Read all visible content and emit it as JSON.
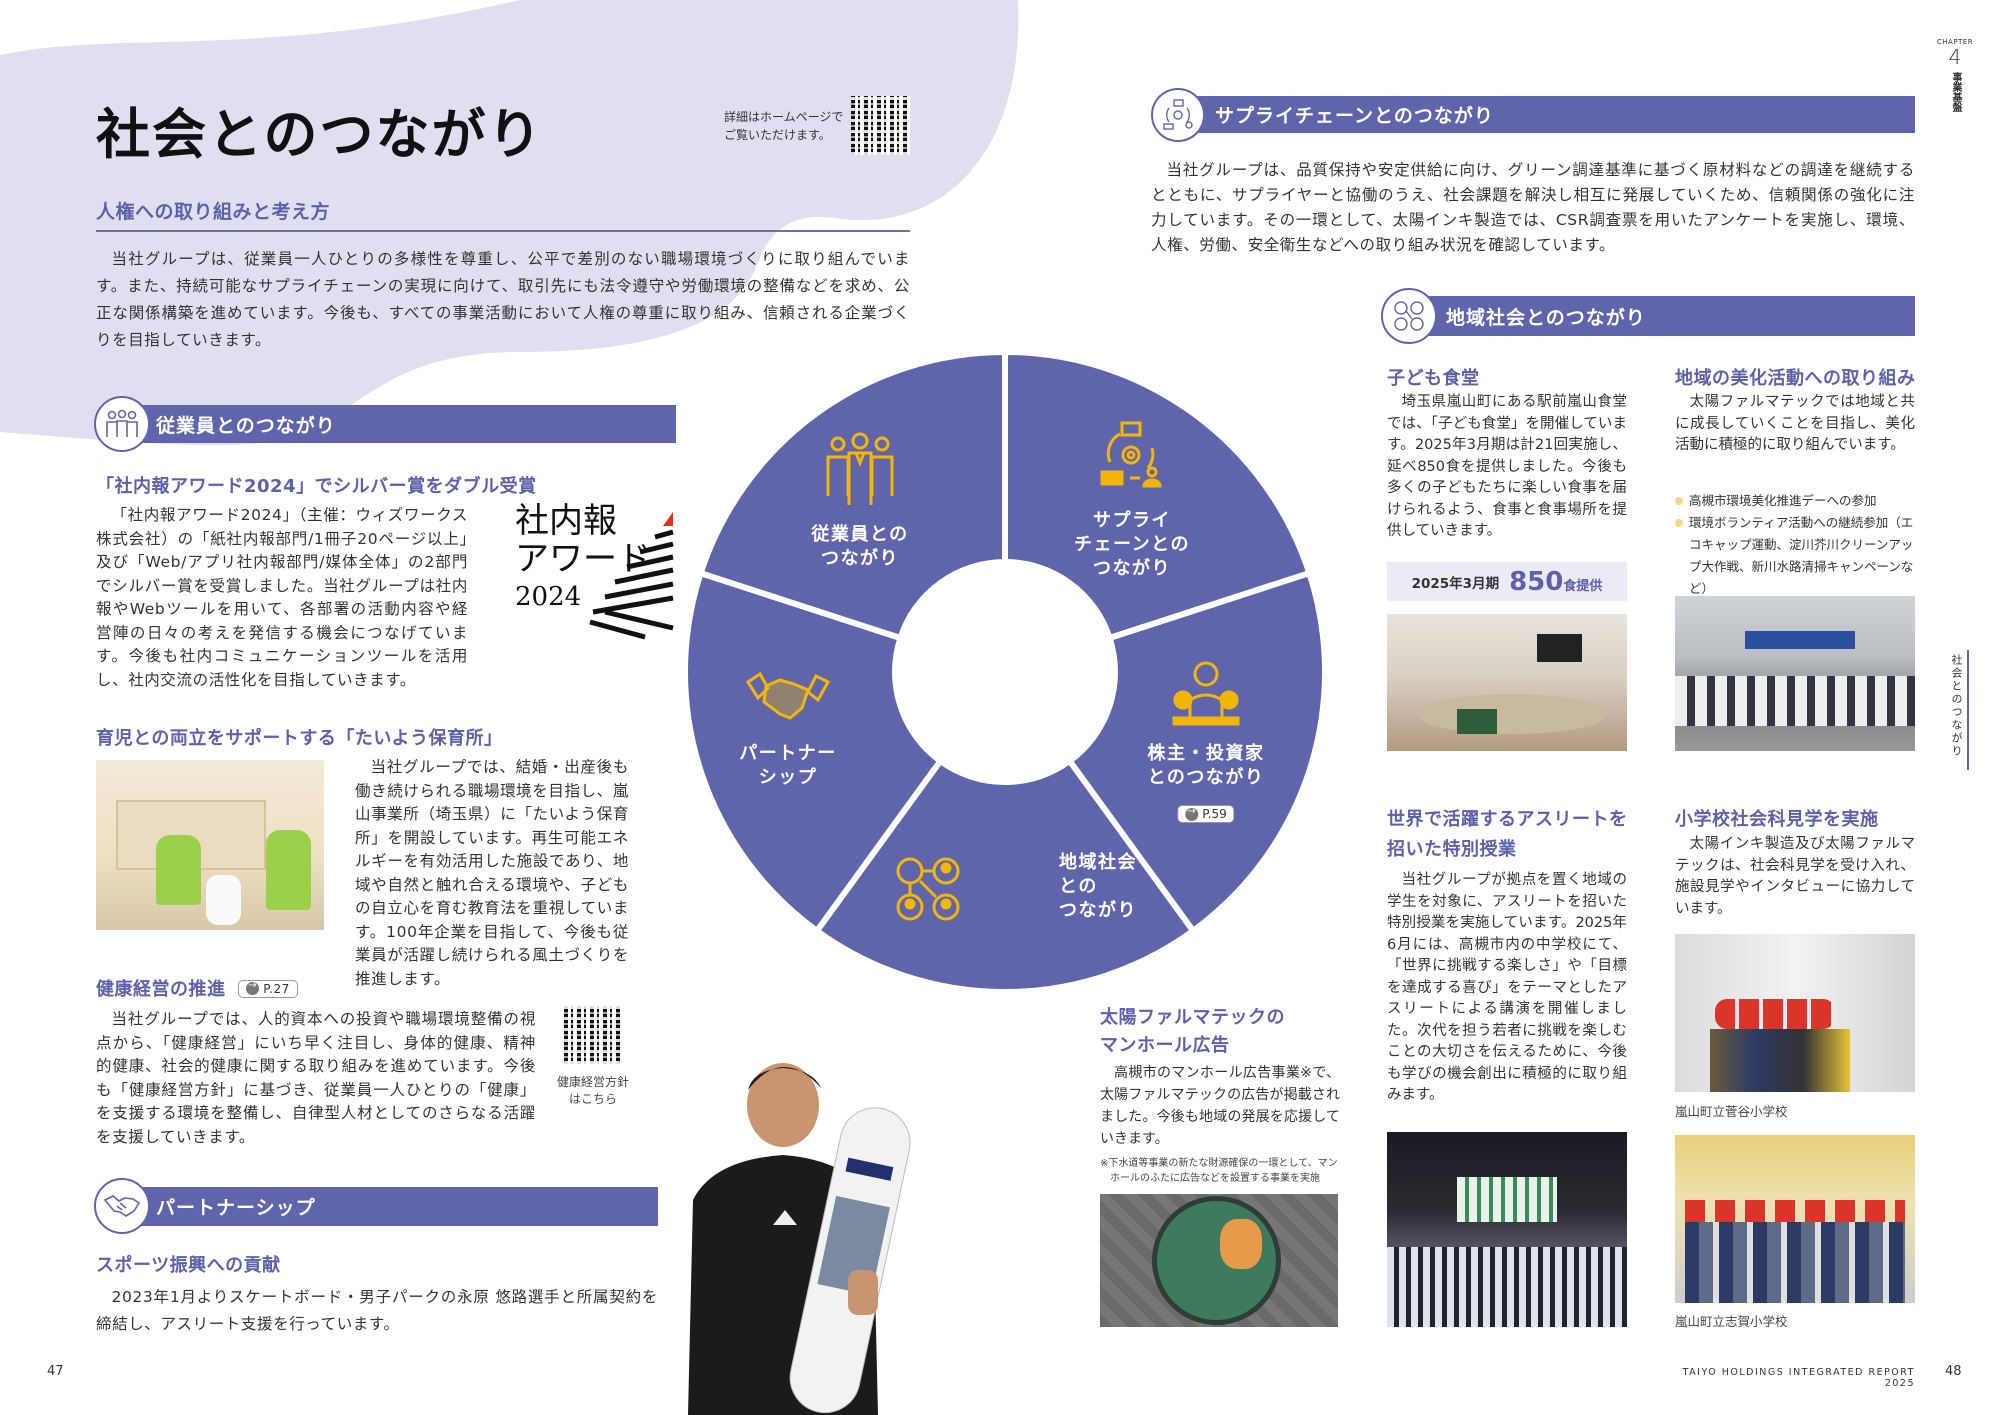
{
  "colors": {
    "accent": "#6065ab",
    "icon_yellow": "#f2b705",
    "background_blob": "#dfdff0"
  },
  "left_page": {
    "title": "社会とのつながり",
    "qr_note": [
      "詳細はホームページで",
      "ご覧いただけます。"
    ],
    "human_rights": {
      "heading": "人権への取り組みと考え方",
      "body": "当社グループは、従業員一人ひとりの多様性を尊重し、公平で差別のない職場環境づくりに取り組んでいます。また、持続可能なサプライチェーンの実現に向けて、取引先にも法令遵守や労働環境の整備などを求め、公正な関係構築を進めています。今後も、すべての事業活動において人権の尊重に取り組み、信頼される企業づくりを目指していきます。"
    },
    "employees": {
      "bar_title": "従業員とのつながり",
      "icon": "people-icon",
      "award": {
        "heading": "「社内報アワード2024」でシルバー賞をダブル受賞",
        "body": "「社内報アワード2024」（主催：ウィズワークス株式会社）の「紙社内報部門/1冊子20ページ以上」及び「Web/アプリ社内報部門/媒体全体」の2部門でシルバー賞を受賞しました。当社グループは社内報やWebツールを用いて、各部署の活動内容や経営陣の日々の考えを発信する機会につなげています。今後も社内コミュニケーションツールを活用し、社内交流の活性化を目指していきます。",
        "logo_lines": [
          "社内報",
          "アワード",
          "2024"
        ]
      },
      "nursery": {
        "heading": "育児との両立をサポートする「たいよう保育所」",
        "body": "当社グループでは、結婚・出産後も働き続けられる職場環境を目指し、嵐山事業所（埼玉県）に「たいよう保育所」を開設しています。再生可能エネルギーを有効活用した施設であり、地域や自然と触れ合える環境や、子どもの自立心を育む教育法を重視しています。100年企業を目指して、今後も従業員が活躍し続けられる風土づくりを推進します。"
      },
      "health": {
        "heading": "健康経営の推進",
        "page_ref": "P.27",
        "body": "当社グループでは、人的資本への投資や職場環境整備の視点から、「健康経営」にいち早く注目し、身体的健康、精神的健康、社会的健康に関する取り組みを進めています。今後も「健康経営方針」に基づき、従業員一人ひとりの「健康」を支援する環境を整備し、自律型人材としてのさらなる活躍を支援していきます。",
        "qr_caption": [
          "健康経営方針",
          "はこちら"
        ]
      }
    },
    "partnership": {
      "bar_title": "パートナーシップ",
      "icon": "handshake-icon",
      "sports": {
        "heading": "スポーツ振興への貢献",
        "body": "2023年1月よりスケートボード・男子パークの永原 悠路選手と所属契約を締結し、アスリート支援を行っています。"
      }
    },
    "page_number": "47"
  },
  "wheel": {
    "segments": [
      {
        "label": "サプライ\nチェーンとの\nつながり",
        "icon": "supply-chain-icon"
      },
      {
        "label": "株主・投資家\nとのつながり",
        "icon": "investor-icon",
        "page_ref": "P.59"
      },
      {
        "label": "地域社会\nとの\nつながり",
        "icon": "community-network-icon"
      },
      {
        "label": "パートナー\nシップ",
        "icon": "handshake-icon"
      },
      {
        "label": "従業員との\nつながり",
        "icon": "people-icon"
      }
    ]
  },
  "right_page": {
    "chapter": {
      "label": "CHAPTER",
      "number": "4",
      "title": "事業基盤"
    },
    "side_tab": "社会とのつながり",
    "supply_chain": {
      "bar_title": "サプライチェーンとのつながり",
      "body": "当社グループは、品質保持や安定供給に向け、グリーン調達基準に基づく原材料などの調達を継続するとともに、サプライヤーと協働のうえ、社会課題を解決し相互に発展していくため、信頼関係の強化に注力しています。その一環として、太陽インキ製造では、CSR調査票を用いたアンケートを実施し、環境、人権、労働、安全衛生などへの取り組み状況を確認しています。"
    },
    "community": {
      "bar_title": "地域社会とのつながり",
      "kids_cafeteria": {
        "heading": "子ども食堂",
        "body": "埼玉県嵐山町にある駅前嵐山食堂では、「子ども食堂」を開催しています。2025年3月期は計21回実施し、延べ850食を提供しました。今後も多くの子どもたちに楽しい食事を届けられるよう、食事と食事場所を提供していきます。",
        "stat_period": "2025年3月期",
        "stat_value": "850",
        "stat_unit": "食提供"
      },
      "beautification": {
        "heading": "地域の美化活動への取り組み",
        "body": "太陽ファルマテックでは地域と共に成長していくことを目指し、美化活動に積極的に取り組んでいます。",
        "bullets": [
          "高槻市環境美化推進デーへの参加",
          "環境ボランティア活動への継続参加（エコキャップ運動、淀川芥川クリーンアップ大作戦、新川水路清掃キャンペーンなど）"
        ]
      },
      "athlete_class": {
        "heading": [
          "世界で活躍するアスリートを",
          "招いた特別授業"
        ],
        "body": "当社グループが拠点を置く地域の学生を対象に、アスリートを招いた特別授業を実施しています。2025年6月には、高槻市内の中学校にて、「世界に挑戦する楽しさ」や「目標を達成する喜び」をテーマとしたアスリートによる講演を開催しました。次代を担う若者に挑戦を楽しむことの大切さを伝えるために、今後も学びの機会創出に積極的に取り組みます。"
      },
      "school_visit": {
        "heading": "小学校社会科見学を実施",
        "body": "太陽インキ製造及び太陽ファルマテックは、社会科見学を受け入れ、施設見学やインタビューに協力しています。",
        "captions": [
          "嵐山町立菅谷小学校",
          "嵐山町立志賀小学校"
        ]
      },
      "manhole": {
        "heading": [
          "太陽ファルマテックの",
          "マンホール広告"
        ],
        "body": "高槻市のマンホール広告事業※で、太陽ファルマテックの広告が掲載されました。今後も地域の発展を応援していきます。",
        "note": "※下水道等事業の新たな財源確保の一環として、マンホールのふたに広告などを設置する事業を実施"
      }
    },
    "footer": "TAIYO HOLDINGS INTEGRATED REPORT 2025",
    "page_number": "48"
  }
}
